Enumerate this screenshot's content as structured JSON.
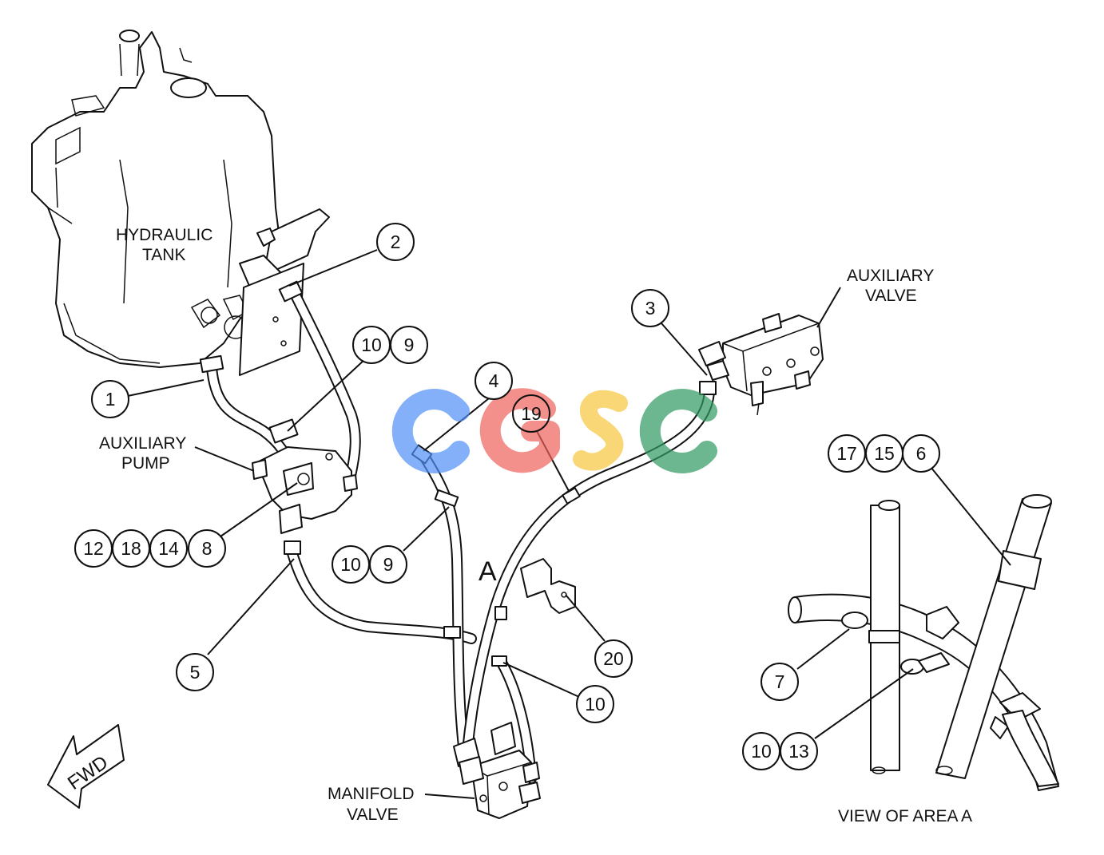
{
  "labels": {
    "hydraulic_tank_1": "HYDRAULIC",
    "hydraulic_tank_2": "TANK",
    "auxiliary_valve_1": "AUXILIARY",
    "auxiliary_valve_2": "VALVE",
    "auxiliary_pump_1": "AUXILIARY",
    "auxiliary_pump_2": "PUMP",
    "manifold_valve_1": "MANIFOLD",
    "manifold_valve_2": "VALVE",
    "area_a": "A",
    "view_of_area": "VIEW OF AREA  A",
    "fwd": "FWD"
  },
  "callouts": {
    "c1": "1",
    "c2": "2",
    "c3": "3",
    "c4": "4",
    "c5": "5",
    "c6": "6",
    "c7": "7",
    "c8": "8",
    "c9a": "9",
    "c9b": "9",
    "c10a": "10",
    "c10b": "10",
    "c10c": "10",
    "c10d": "10",
    "c12": "12",
    "c13": "13",
    "c14": "14",
    "c15": "15",
    "c17": "17",
    "c18": "18",
    "c19": "19",
    "c20": "20"
  },
  "watermark": {
    "text": "CGSC",
    "colors": [
      "#4f8ff7",
      "#f0625b",
      "#f7c63d",
      "#2f9a62"
    ]
  }
}
